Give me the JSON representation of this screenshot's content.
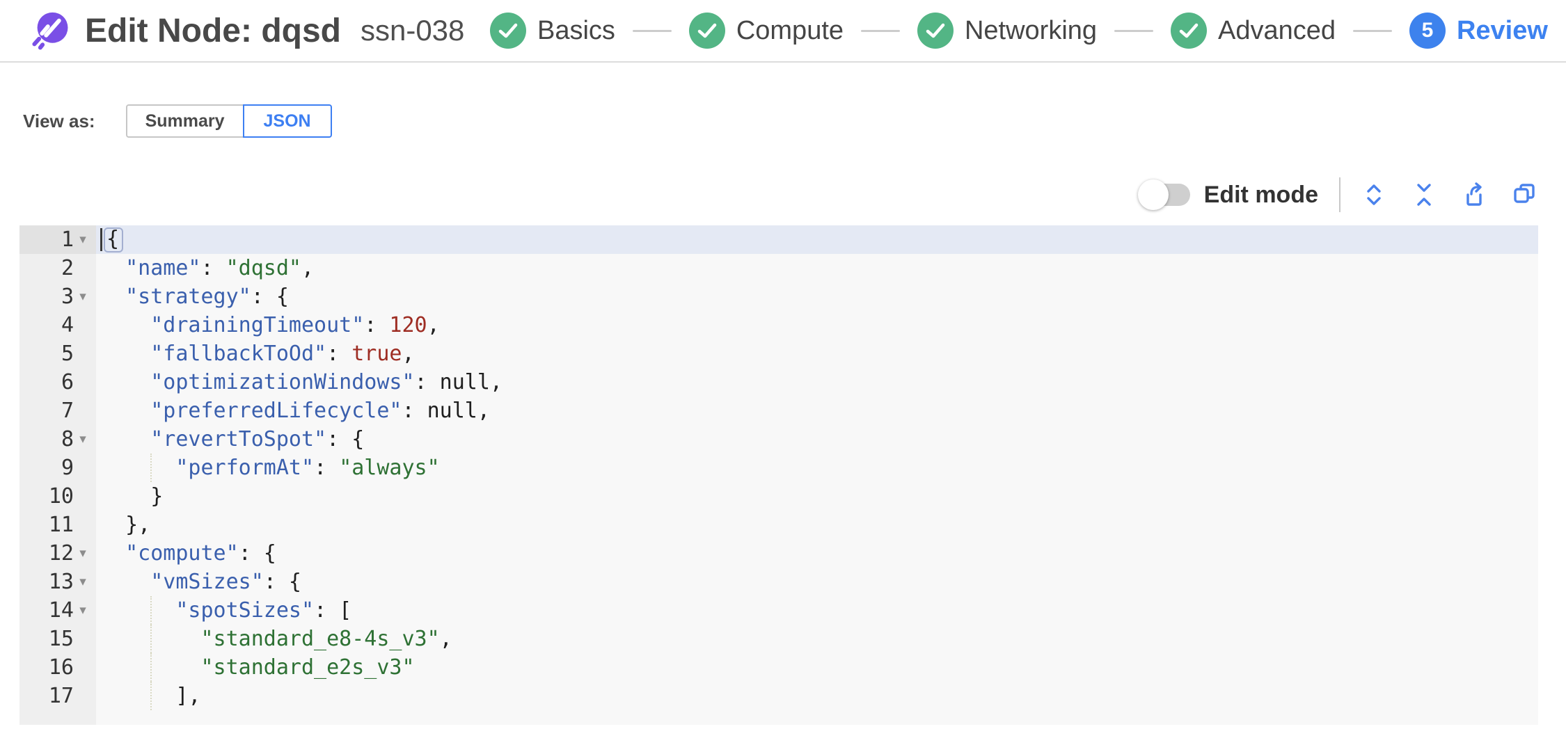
{
  "header": {
    "title": "Edit Node: dqsd",
    "subtitle": "ssn-038"
  },
  "stepper": {
    "steps": [
      {
        "label": "Basics",
        "state": "done"
      },
      {
        "label": "Compute",
        "state": "done"
      },
      {
        "label": "Networking",
        "state": "done"
      },
      {
        "label": "Advanced",
        "state": "done"
      },
      {
        "label": "Review",
        "state": "current",
        "number": "5"
      }
    ]
  },
  "view_as": {
    "label": "View as:",
    "options": [
      {
        "label": "Summary",
        "selected": false
      },
      {
        "label": "JSON",
        "selected": true
      }
    ]
  },
  "toolbar": {
    "edit_mode_label": "Edit mode",
    "edit_mode_on": false,
    "icons": [
      "expand-all-icon",
      "collapse-all-icon",
      "export-icon",
      "copy-icon"
    ]
  },
  "colors": {
    "accent_blue": "#3d82f0",
    "step_green": "#53b585",
    "logo_purple": "#7a4fe6",
    "key_blue": "#3a5fad",
    "string_green": "#2e7134",
    "number_red": "#9e2d23"
  },
  "editor": {
    "lines": [
      {
        "n": 1,
        "fold": true,
        "active": true,
        "cursor": true,
        "bracket": true,
        "tokens": [
          [
            "p",
            "{"
          ]
        ]
      },
      {
        "n": 2,
        "tokens": [
          [
            "p",
            "  "
          ],
          [
            "k",
            "\"name\""
          ],
          [
            "p",
            ": "
          ],
          [
            "s",
            "\"dqsd\""
          ],
          [
            "p",
            ","
          ]
        ]
      },
      {
        "n": 3,
        "fold": true,
        "tokens": [
          [
            "p",
            "  "
          ],
          [
            "k",
            "\"strategy\""
          ],
          [
            "p",
            ": {"
          ]
        ]
      },
      {
        "n": 4,
        "tokens": [
          [
            "p",
            "    "
          ],
          [
            "k",
            "\"drainingTimeout\""
          ],
          [
            "p",
            ": "
          ],
          [
            "n",
            "120"
          ],
          [
            "p",
            ","
          ]
        ]
      },
      {
        "n": 5,
        "tokens": [
          [
            "p",
            "    "
          ],
          [
            "k",
            "\"fallbackToOd\""
          ],
          [
            "p",
            ": "
          ],
          [
            "n",
            "true"
          ],
          [
            "p",
            ","
          ]
        ]
      },
      {
        "n": 6,
        "tokens": [
          [
            "p",
            "    "
          ],
          [
            "k",
            "\"optimizationWindows\""
          ],
          [
            "p",
            ": "
          ],
          [
            "u",
            "null"
          ],
          [
            "p",
            ","
          ]
        ]
      },
      {
        "n": 7,
        "tokens": [
          [
            "p",
            "    "
          ],
          [
            "k",
            "\"preferredLifecycle\""
          ],
          [
            "p",
            ": "
          ],
          [
            "u",
            "null"
          ],
          [
            "p",
            ","
          ]
        ]
      },
      {
        "n": 8,
        "fold": true,
        "tokens": [
          [
            "p",
            "    "
          ],
          [
            "k",
            "\"revertToSpot\""
          ],
          [
            "p",
            ": {"
          ]
        ]
      },
      {
        "n": 9,
        "guide": true,
        "tokens": [
          [
            "p",
            "      "
          ],
          [
            "k",
            "\"performAt\""
          ],
          [
            "p",
            ": "
          ],
          [
            "s",
            "\"always\""
          ]
        ]
      },
      {
        "n": 10,
        "tokens": [
          [
            "p",
            "    }"
          ]
        ]
      },
      {
        "n": 11,
        "tokens": [
          [
            "p",
            "  },"
          ]
        ]
      },
      {
        "n": 12,
        "fold": true,
        "tokens": [
          [
            "p",
            "  "
          ],
          [
            "k",
            "\"compute\""
          ],
          [
            "p",
            ": {"
          ]
        ]
      },
      {
        "n": 13,
        "fold": true,
        "tokens": [
          [
            "p",
            "    "
          ],
          [
            "k",
            "\"vmSizes\""
          ],
          [
            "p",
            ": {"
          ]
        ]
      },
      {
        "n": 14,
        "fold": true,
        "guide": true,
        "tokens": [
          [
            "p",
            "      "
          ],
          [
            "k",
            "\"spotSizes\""
          ],
          [
            "p",
            ": ["
          ]
        ]
      },
      {
        "n": 15,
        "guide": true,
        "tokens": [
          [
            "p",
            "        "
          ],
          [
            "s",
            "\"standard_e8-4s_v3\""
          ],
          [
            "p",
            ","
          ]
        ]
      },
      {
        "n": 16,
        "guide": true,
        "tokens": [
          [
            "p",
            "        "
          ],
          [
            "s",
            "\"standard_e2s_v3\""
          ]
        ]
      },
      {
        "n": 17,
        "guide": true,
        "tokens": [
          [
            "p",
            "      ],"
          ]
        ]
      }
    ]
  }
}
